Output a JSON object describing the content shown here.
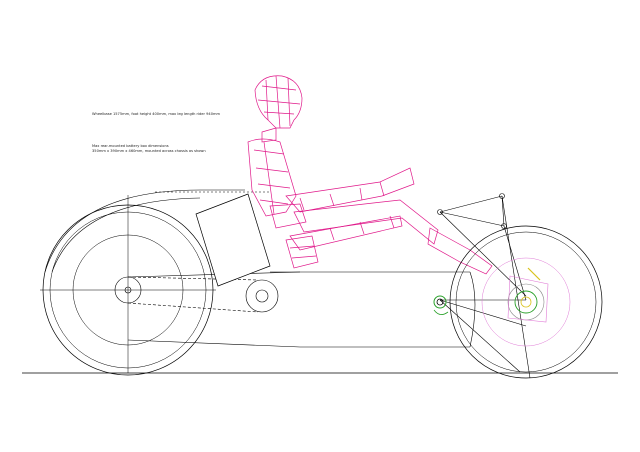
{
  "notes": {
    "spec": "Wheelbase 1575mm, foot height 400mm, max leg length rider 940mm",
    "battery_line1": "Max rear-mounted battery box dimensions",
    "battery_line2": "350mm x 390mm x 460mm, mounted across chassis as shown"
  },
  "colors": {
    "line": "#000000",
    "rider": "#e0198a",
    "hub": "#8a8a8a",
    "axle_green": "#2aa12a",
    "caliper_yellow": "#d9c21c",
    "steering_pink": "#e07bd6"
  },
  "icons": {
    "rear_wheel": "rear-wheel-icon",
    "front_wheel": "front-wheel-icon",
    "rider": "rider-figure-icon"
  }
}
